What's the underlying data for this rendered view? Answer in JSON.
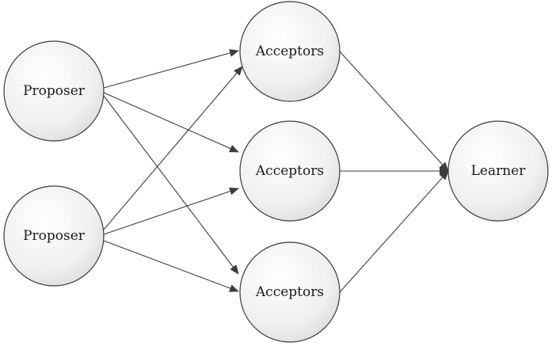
{
  "nodes": {
    "proposer_1": {
      "label": "Proposer"
    },
    "proposer_2": {
      "label": "Proposer"
    },
    "acceptor_1": {
      "label": "Acceptors"
    },
    "acceptor_2": {
      "label": "Acceptors"
    },
    "acceptor_3": {
      "label": "Acceptors"
    },
    "learner": {
      "label": "Learner"
    }
  },
  "edges": [
    {
      "from": "proposer_1",
      "to": "acceptor_1"
    },
    {
      "from": "proposer_1",
      "to": "acceptor_2"
    },
    {
      "from": "proposer_1",
      "to": "acceptor_3"
    },
    {
      "from": "proposer_2",
      "to": "acceptor_1"
    },
    {
      "from": "proposer_2",
      "to": "acceptor_2"
    },
    {
      "from": "proposer_2",
      "to": "acceptor_3"
    },
    {
      "from": "acceptor_1",
      "to": "learner"
    },
    {
      "from": "acceptor_2",
      "to": "learner"
    },
    {
      "from": "acceptor_3",
      "to": "learner"
    }
  ],
  "colors": {
    "node_fill_light": "#ffffff",
    "node_fill_dark": "#e6e6e6",
    "stroke": "#3a3a3a"
  }
}
